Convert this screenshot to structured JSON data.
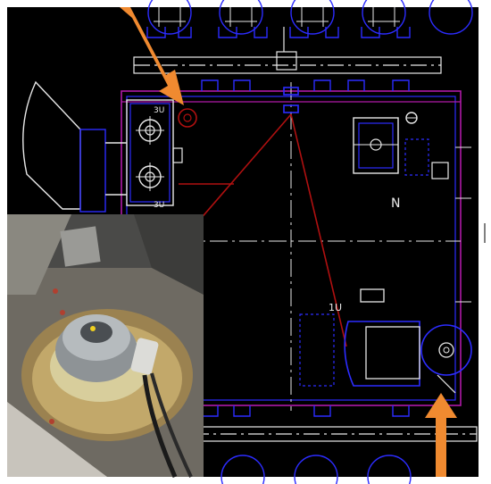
{
  "labels": {
    "motor_a": "3U",
    "motor_b": "3U",
    "zone_n": "N",
    "zone_1u": "1U"
  },
  "colors": {
    "cad_background": "#000000",
    "cad_line": "#e8e8e8",
    "cad_blue": "#2c2cff",
    "cad_magenta": "#b01aa8",
    "cad_red": "#b01010",
    "arrow_orange": "#f08a30"
  },
  "icons": {
    "arrow_top": "arrow-down-right-icon",
    "arrow_bottom": "arrow-up-icon"
  }
}
